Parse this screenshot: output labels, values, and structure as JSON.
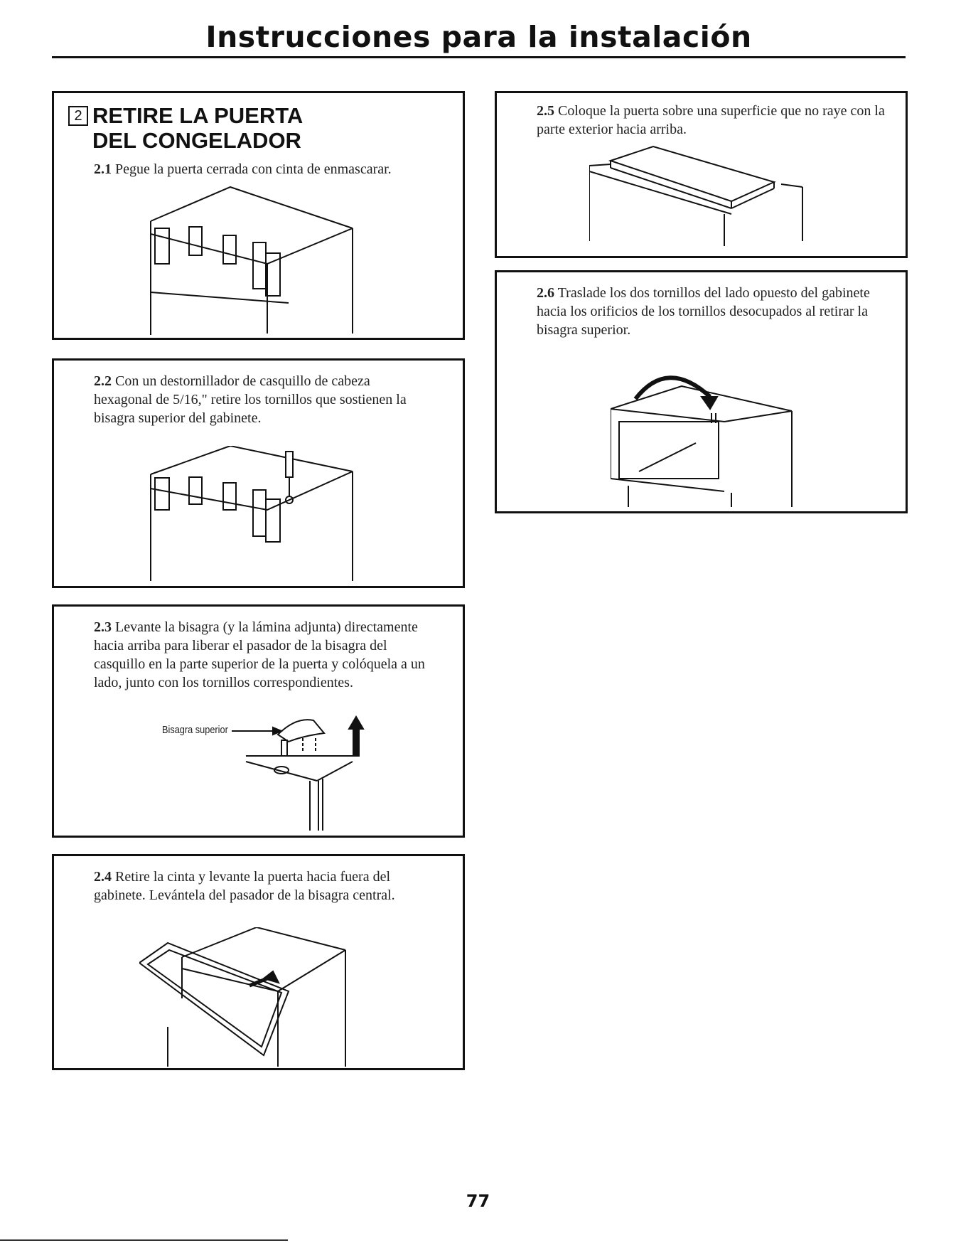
{
  "header": {
    "title": "Instrucciones para la instalación"
  },
  "section": {
    "number": "2",
    "title_line1": "RETIRE LA PUERTA",
    "title_line2": "DEL CONGELADOR"
  },
  "steps": [
    {
      "num": "2.1",
      "text": "Pegue la puerta cerrada con cinta de enmascarar."
    },
    {
      "num": "2.2",
      "text": "Con un destornillador de casquillo de cabeza hexagonal de 5/16,\" retire los tornillos que sostienen la bisagra superior del gabinete."
    },
    {
      "num": "2.3",
      "text": "Levante la bisagra (y la lámina adjunta) directamente hacia arriba para liberar el pasador de la bisagra del casquillo en la parte superior de la puerta y colóquela a un lado, junto con los tornillos correspondientes.",
      "callout": "Bisagra superior"
    },
    {
      "num": "2.4",
      "text": "Retire la cinta y levante la puerta hacia fuera del gabinete. Levántela del pasador de la bisagra central."
    },
    {
      "num": "2.5",
      "text": "Coloque la puerta sobre una superficie que no raye con la parte exterior hacia arriba."
    },
    {
      "num": "2.6",
      "text": "Traslade los dos tornillos del lado opuesto del gabinete hacia los orificios de los tornillos desocupados al retirar la bisagra superior."
    }
  ],
  "footer": {
    "page_number": "77"
  }
}
